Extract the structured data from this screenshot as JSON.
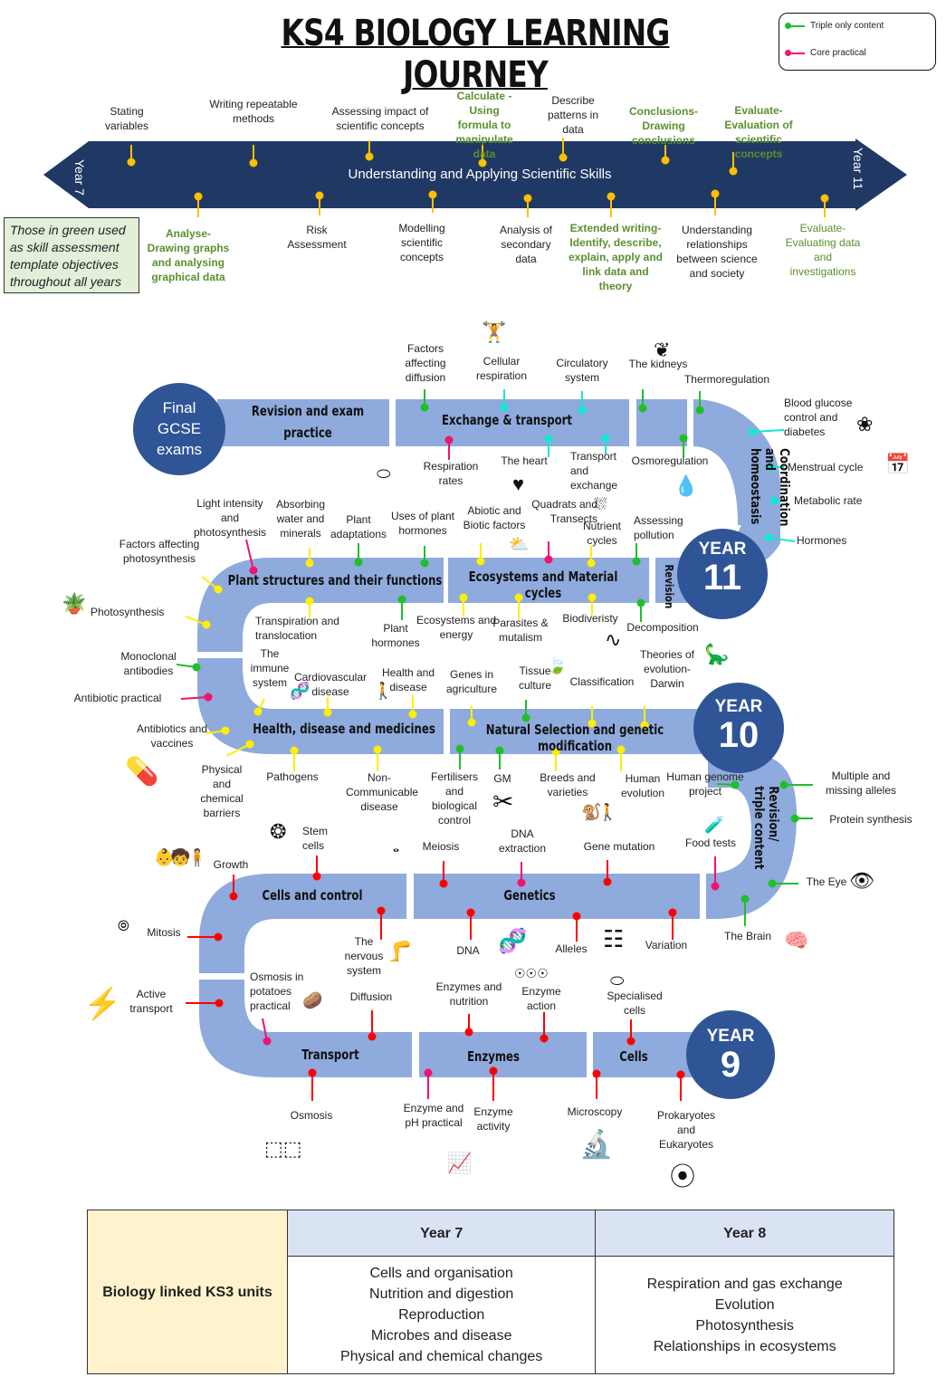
{
  "title": "KS4 BIOLOGY LEARNING JOURNEY",
  "legend": {
    "items": [
      {
        "label": "Triple only content",
        "color": "#1fbf2a"
      },
      {
        "label": "Core practical",
        "color": "#f0136f"
      }
    ]
  },
  "colors": {
    "arrow": "#203864",
    "ribbon": "#8faadc",
    "year_circle": "#2f5597",
    "skill_marker": "#ffc000",
    "y9_marker": "#ff0000",
    "core_practical": "#f0136f",
    "triple": "#1fbf2a",
    "y10_marker": "#ffee00",
    "y11_marker": "#13e8d0",
    "green_text": "#5b8f2e"
  },
  "skills_arrow": {
    "label": "Understanding and Applying Scientific Skills",
    "start": "Year 7",
    "end": "Year 11",
    "above": [
      {
        "label": "Stating variables",
        "style": "normal"
      },
      {
        "label": "Writing repeatable methods",
        "style": "normal"
      },
      {
        "label": "Assessing impact of scientific concepts",
        "style": "normal"
      },
      {
        "label": "Calculate - Using formula to manipulate data",
        "style": "green"
      },
      {
        "label": "Describe patterns in data",
        "style": "normal"
      },
      {
        "label": "Conclusions- Drawing conclusions",
        "style": "green"
      },
      {
        "label": "Evaluate- Evaluation of scientific concepts",
        "style": "green"
      }
    ],
    "below": [
      {
        "label": "Analyse- Drawing graphs and analysing graphical data",
        "style": "green"
      },
      {
        "label": "Risk Assessment",
        "style": "normal"
      },
      {
        "label": "Modelling scientific concepts",
        "style": "normal"
      },
      {
        "label": "Analysis of secondary data",
        "style": "normal"
      },
      {
        "label": "Extended writing- Identify, describe, explain, apply and link data and theory",
        "style": "green"
      },
      {
        "label": "Understanding relationships between science and society",
        "style": "normal"
      },
      {
        "label": "Evaluate- Evaluating data and investigations",
        "style": "lightgreen"
      }
    ]
  },
  "note": "Those in green used as skill assessment template objectives throughout all years",
  "final": {
    "label": "Final GCSE exams"
  },
  "years": [
    {
      "word": "YEAR",
      "number": "11"
    },
    {
      "word": "YEAR",
      "number": "10"
    },
    {
      "word": "YEAR",
      "number": "9"
    }
  ],
  "units": {
    "revision_exam": "Revision and exam practice",
    "exchange": "Exchange & transport",
    "coordination": "Coordination and homeostasis",
    "plant": "Plant structures and their functions",
    "ecosystems": "Ecosystems and Material cycles",
    "revision": "Revision",
    "health": "Health, disease and medicines",
    "natural": "Natural Selection and genetic modification",
    "revision_triple": "Revision/ triple content",
    "cells_control": "Cells and control",
    "genetics": "Genetics",
    "transport": "Transport",
    "enzymes": "Enzymes",
    "cells": "Cells"
  },
  "topics": {
    "factors_diffusion": "Factors affecting diffusion",
    "cellular_resp": "Cellular respiration",
    "circulatory": "Circulatory system",
    "kidneys": "The kidneys",
    "thermoreg": "Thermoregulation",
    "resp_rates": "Respiration rates",
    "heart": "The heart",
    "transport_exchange": "Transport and exchange",
    "osmoregulation": "Osmoregulation",
    "blood_glucose": "Blood glucose control and diabetes",
    "menstrual": "Menstrual cycle",
    "metabolic": "Metabolic rate",
    "hormones": "Hormones",
    "light_intensity": "Light intensity and photosynthesis",
    "absorbing": "Absorbing water and minerals",
    "plant_adapt": "Plant adaptations",
    "uses_hormones": "Uses of plant hormones",
    "factors_photo": "Factors affecting photosynthesis",
    "photosynthesis": "Photosynthesis",
    "transpiration": "Transpiration and translocation",
    "plant_hormones": "Plant hormones",
    "abiotic": "Abiotic and Biotic factors",
    "quadrats": "Quadrats and Transects",
    "nutrient": "Nutrient cycles",
    "pollution": "Assessing pollution",
    "eco_energy": "Ecosystems and energy",
    "parasites": "Parasites & mutalism",
    "biodiversity": "Biodiveristy",
    "decomposition": "Decomposition",
    "monoclonal": "Monoclonal antibodies",
    "antibiotic_prac": "Antibiotic practical",
    "antibiotics": "Antibiotics and vaccines",
    "barriers": "Physical and chemical barriers",
    "immune": "The immune system",
    "cardio": "Cardiovascular disease",
    "health_disease": "Health and disease",
    "pathogens": "Pathogens",
    "noncomm": "Non-Communicable disease",
    "genes_agri": "Genes in agriculture",
    "tissue": "Tissue culture",
    "classification": "Classification",
    "darwin": "Theories of evolution- Darwin",
    "fertilisers": "Fertilisers and biological control",
    "gm": "GM",
    "breeds": "Breeds and varieties",
    "human_evo": "Human evolution",
    "genome": "Human genome project",
    "multiple_alleles": "Multiple and missing alleles",
    "protein": "Protein synthesis",
    "food_tests": "Food tests",
    "eye": "The Eye",
    "brain": "The Brain",
    "stem": "Stem cells",
    "growth": "Growth",
    "mitosis": "Mitosis",
    "nervous": "The nervous system",
    "meiosis": "Meiosis",
    "dna_extraction": "DNA extraction",
    "gene_mutation": "Gene mutation",
    "dna": "DNA",
    "alleles": "Alleles",
    "variation": "Variation",
    "active": "Active transport",
    "osmosis_potato": "Osmosis in potatoes practical",
    "diffusion": "Diffusion",
    "enz_nutrition": "Enzymes and nutrition",
    "enz_action": "Enzyme action",
    "specialised": "Specialised cells",
    "osmosis": "Osmosis",
    "enz_ph": "Enzyme and pH practical",
    "enz_activity": "Enzyme activity",
    "microscopy": "Microscopy",
    "prokaryotes": "Prokaryotes and Eukaryotes"
  },
  "ks3_table": {
    "side_label": "Biology linked KS3 units",
    "columns": [
      {
        "header": "Year 7",
        "items": [
          "Cells and organisation",
          "Nutrition and digestion",
          "Reproduction",
          "Microbes and disease",
          "Physical and chemical changes"
        ]
      },
      {
        "header": "Year 8",
        "items": [
          "Respiration and gas exchange",
          "Evolution",
          "Photosynthesis",
          "Relationships in ecosystems"
        ]
      }
    ]
  }
}
